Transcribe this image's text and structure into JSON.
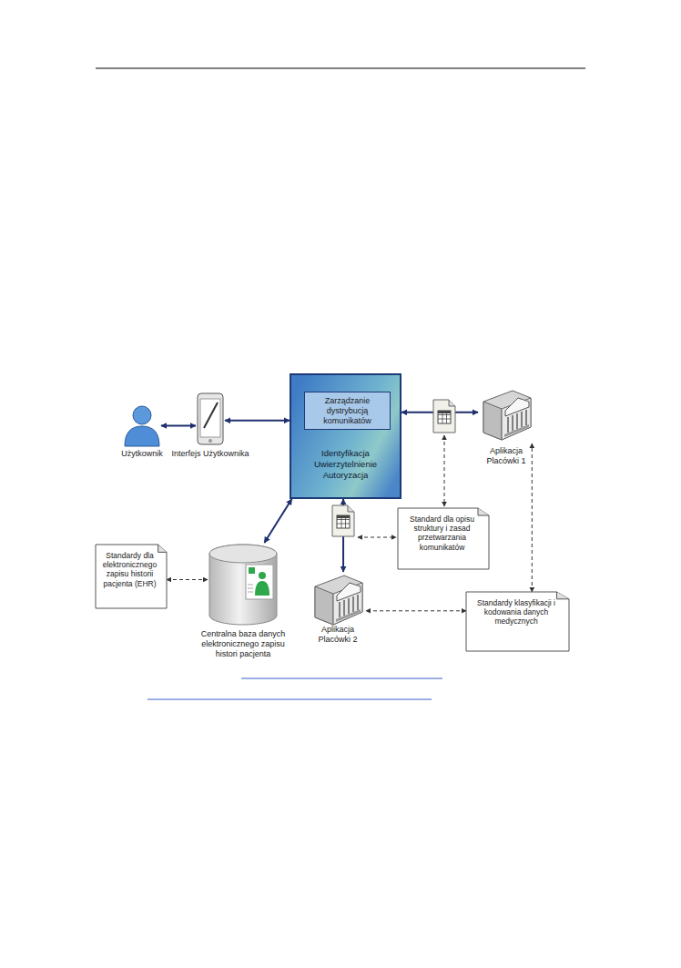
{
  "diagram": {
    "nodes": [
      {
        "text": [
          "Użytkownik"
        ]
      },
      {
        "text": [
          "Interfejs Użytkownika"
        ]
      },
      {
        "text": [
          "Identyfikacja Uwierzytelnienie Autoryzacja"
        ]
      },
      {
        "text": [
          "Zarządzanie dystrybucją komunikatów"
        ],
        "in": 2
      },
      {
        "text": [
          "Aplikacja Placówki 1"
        ]
      },
      {
        "text": [
          "Standard dla opisu struktury i zasad przetwarzania komunikatów"
        ]
      },
      {
        "text": [
          "Standardy dla elektronicznego zapisu historii pacjenta (EHR)"
        ]
      },
      {
        "text": [
          "Centralna baza danych elektronicznego zapisu histori pacjenta"
        ]
      },
      {
        "text": [
          "Aplikacja Placówki 2"
        ]
      },
      {
        "text": [
          "Standardy klasyfikacji i kodowania danych medycznych"
        ]
      }
    ],
    "edges": [
      {
        "from": 0,
        "to": 1,
        "arrow": "both"
      },
      {
        "from": 1,
        "to": 2,
        "arrow": "both"
      },
      {
        "from": 2,
        "to": 7,
        "arrow": "both"
      },
      {
        "from": 2,
        "to": 4,
        "arrow": "both"
      },
      {
        "from": 2,
        "to": 8,
        "arrow": "both"
      },
      {
        "from": 6,
        "to": 7,
        "arrow": "both"
      },
      {
        "from": 9,
        "to": 8,
        "arrow": "both"
      },
      {
        "from": 9,
        "to": 4,
        "arrow": "both"
      }
    ]
  }
}
